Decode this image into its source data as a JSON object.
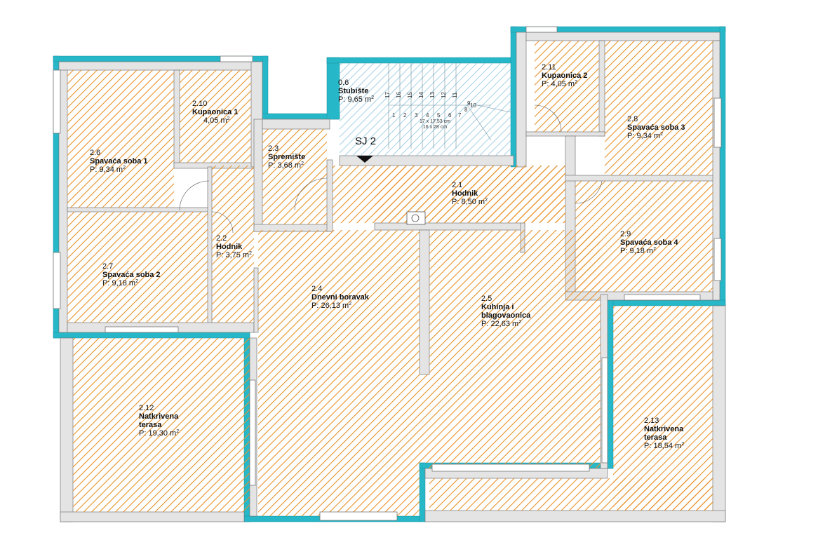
{
  "colors": {
    "wall_cyan": "#26b8c8",
    "hatch_orange": "#e8922a",
    "hatch_blue": "#8fc4de",
    "wall_grey": "#c9c9c9"
  },
  "rooms": [
    {
      "id": "r26",
      "num": "2.6",
      "name": "Spavaća soba 1",
      "area": "P: 9,34  m",
      "sup": "2"
    },
    {
      "id": "r210",
      "num": "2.10",
      "name": "Kupaonica 1",
      "area": "4,05  m",
      "sup": "2"
    },
    {
      "id": "r23",
      "num": "2.3",
      "name": "Spremište",
      "area": "P: 3,68  m",
      "sup": "2"
    },
    {
      "id": "r06",
      "num": "0.6",
      "name": "Stubište",
      "area": "P: 9,65  m",
      "sup": "2"
    },
    {
      "id": "r211",
      "num": "2.11",
      "name": "Kupaonica 2",
      "area": "P: 4,05  m",
      "sup": "2"
    },
    {
      "id": "r28",
      "num": "2.8",
      "name": "Spavaća soba 3",
      "area": "P: 9,34  m",
      "sup": "2"
    },
    {
      "id": "r21",
      "num": "2.1",
      "name": "Hodnik",
      "area": "P: 8,50  m",
      "sup": "2"
    },
    {
      "id": "r22",
      "num": "2.2",
      "name": "Hodnik",
      "area": "P: 3,75  m",
      "sup": "2"
    },
    {
      "id": "r27",
      "num": "2.7",
      "name": "Spavaća soba 2",
      "area": "P: 9,18  m",
      "sup": "2"
    },
    {
      "id": "r29",
      "num": "2.9",
      "name": "Spavaća soba 4",
      "area": "P: 9,18  m",
      "sup": "2"
    },
    {
      "id": "r24",
      "num": "2.4",
      "name": "Dnevni boravak",
      "area": "P: 26,13  m",
      "sup": "2"
    },
    {
      "id": "r25",
      "num": "2.5",
      "name": "Kuhinja i blagovaonica",
      "name2": "blagovaonica",
      "name1": "Kuhinja i",
      "area": "P: 22,63  m",
      "sup": "2"
    },
    {
      "id": "r212",
      "num": "2.12",
      "name1": "Natkrivena",
      "name2": "terasa",
      "area": "P: 19,30  m",
      "sup": "2"
    },
    {
      "id": "r213",
      "num": "2.13",
      "name1": "Natkrivena",
      "name2": "terasa",
      "area": "P: 18,54  m",
      "sup": "2"
    }
  ],
  "stairs": {
    "upper_steps": [
      "17",
      "16",
      "15",
      "14",
      "13",
      "12",
      "11"
    ],
    "lower_steps": [
      "1",
      "2",
      "3",
      "4",
      "5",
      "6",
      "7"
    ],
    "landing_steps": [
      "8",
      "9",
      "10"
    ],
    "note1": "17 x 17,53 cm",
    "note2": "16 x 28 cm"
  },
  "section_mark": "SJ 2"
}
